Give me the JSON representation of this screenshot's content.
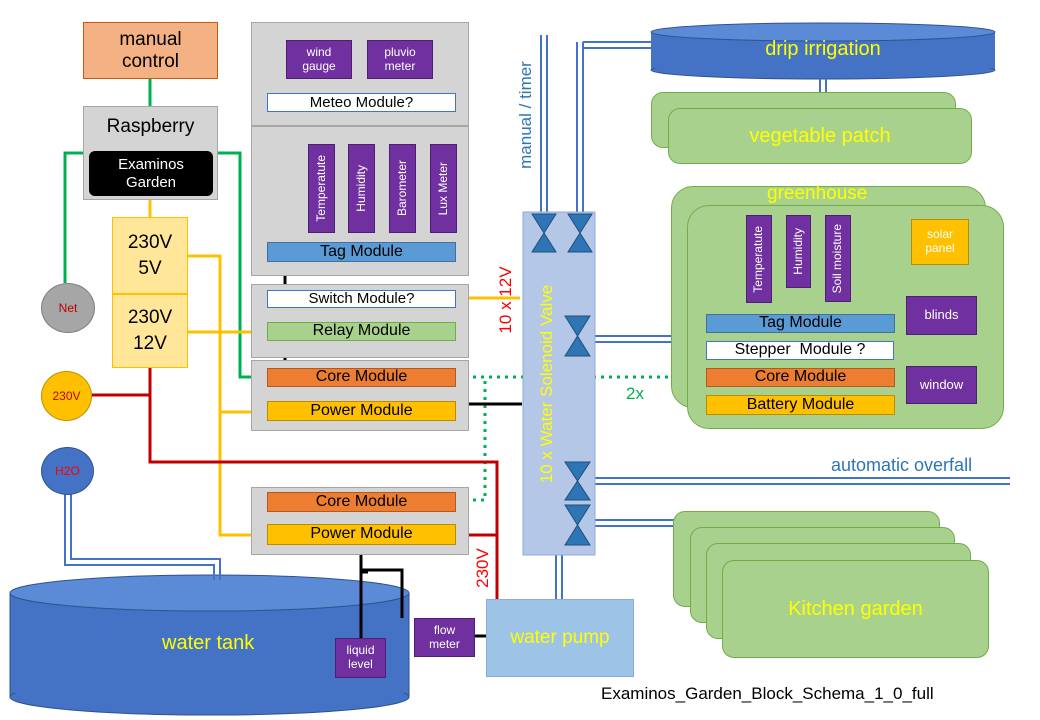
{
  "manual_control": "manual\ncontrol",
  "raspberry": {
    "title": "Raspberry",
    "app": "Examinos\nGarden"
  },
  "net": "Net",
  "v230": "230V",
  "h2o": "H2O",
  "psu_5v": "230V\n5V",
  "psu_12v": "230V\n12V",
  "meteo": {
    "wind": "wind\ngauge",
    "pluvio": "pluvio\nmeter",
    "module": "Meteo Module?"
  },
  "tag": {
    "temp": "Temperatute",
    "hum": "Humidity",
    "baro": "Barometer",
    "lux": "Lux Meter",
    "module": "Tag Module"
  },
  "switch_module": "Switch Module?",
  "relay_module": "Relay Module",
  "core_module": "Core Module",
  "power_module": "Power Module",
  "core_module_2": "Core Module",
  "power_module_2": "Power Module",
  "liquid_level": "liquid\nlevel",
  "flow_meter": "flow\nmeter",
  "water_pump": "water pump",
  "water_tank": "water tank",
  "label_230v": "230V",
  "label_10x12v": "10 x 12V",
  "label_manual_timer": "manual / timer",
  "label_valve": "10 x Water Solenoid Valve",
  "label_2x": "2x",
  "label_automatic_overfall": "automatic overfall",
  "drip_irrigation": "drip irrigation",
  "vegetable_patch": "vegetable patch",
  "greenhouse": {
    "title": "greenhouse",
    "temp": "Temperatute",
    "hum": "Humidity",
    "soil": "Soil moisture",
    "solar": "solar\npanel",
    "blinds": "blinds",
    "window": "window",
    "tag_module": "Tag Module",
    "stepper_module": "Stepper  Module ?",
    "core_module": "Core Module",
    "battery_module": "Battery Module"
  },
  "kitchen_garden": "Kitchen garden",
  "caption": "Examinos_Garden_Block_Schema_1_0_full",
  "colors": {
    "green_wire": "#00b050",
    "yellow_wire": "#ffc000",
    "red_wire": "#c00000",
    "blue_pipe": "#4472c4",
    "red_text": "#ff0000",
    "blue_text": "#2e75b6"
  }
}
